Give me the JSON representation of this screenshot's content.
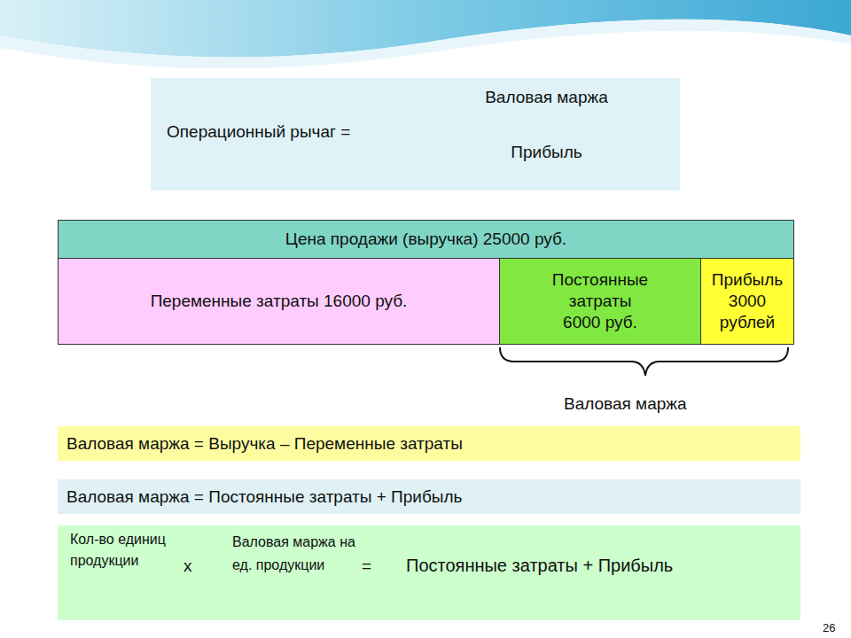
{
  "diagram": {
    "nodes": [
      {
        "text": [
          "Операционный рычаг =",
          "Валовая маржа",
          "Прибыль"
        ]
      },
      {
        "text": [
          "Цена продажи (выручка) 25000 руб."
        ]
      },
      {
        "text": [
          "Переменные затраты 16000 руб."
        ]
      },
      {
        "text": [
          "Постоянные затраты 6000 руб."
        ]
      },
      {
        "text": [
          "Прибыль 3000 рублей"
        ]
      },
      {
        "text": [
          "Валовая маржа = Выручка – Переменные затраты"
        ]
      },
      {
        "text": [
          "Валовая маржа = Постоянные затраты + Прибыль"
        ]
      },
      {
        "text": [
          "Кол-во единиц продукции",
          "х",
          "Валовая маржа на ед. продукции",
          "=",
          "Постоянные затраты + Прибыль"
        ]
      }
    ],
    "labels": [
      "Валовая маржа",
      "26"
    ]
  }
}
